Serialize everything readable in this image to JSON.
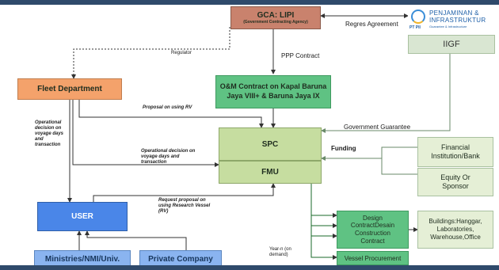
{
  "nodes": {
    "gca_title": "GCA: LIPI",
    "gca_sub": "(Government Contracting Agency)",
    "iigf": "IIGF",
    "iigf_logo_line1": "PENJAMINAN &",
    "iigf_logo_line2": "INFRASTRUKTUR",
    "iigf_logo_line3": "Guarantee & Infrastructure",
    "iigf_logo_mark": "PT PII",
    "fleet": "Fleet Department",
    "om": "O&M Contract on Kapal Baruna Jaya VIII+ & Baruna Jaya IX",
    "spc": "SPC",
    "fmu": "FMU",
    "financial": "Financial Institution/Bank",
    "equity": "Equity Or Sponsor",
    "user": "USER",
    "ministries": "Ministries/NMI/Univ.",
    "private": "Private Company",
    "design_line1": "Design",
    "design_line2": "ContractDesain",
    "design_line3": "Construction",
    "design_line4": "Contract",
    "vessel": "Vessel Procurement",
    "buildings": "Buildings:Hanggar, Laboratories, Warehouse,Office"
  },
  "edge_labels": {
    "regres": "Regres Agreement",
    "regulator": "Regulator",
    "ppp": "PPP Contract",
    "guarantee": "Government Guarantee",
    "funding": "Funding",
    "proposal_rv": "Proposal on using RV",
    "operational1": "Operational decision on voyage days and transaction",
    "operational2": "Operational decision on voyage days and transaction",
    "request": "Request proposal on using Research Vessel (RV)",
    "year": "Year-n (on demand)"
  },
  "colors": {
    "gca": "#c9826d",
    "fleet": "#f4a26b",
    "om": "#5fc283",
    "spc": "#c6dda0",
    "side": "#e5efd6",
    "user": "#4a86e8",
    "blue_light": "#8ab4f0",
    "green": "#5fc283",
    "iigf": "#d9e6d2"
  }
}
